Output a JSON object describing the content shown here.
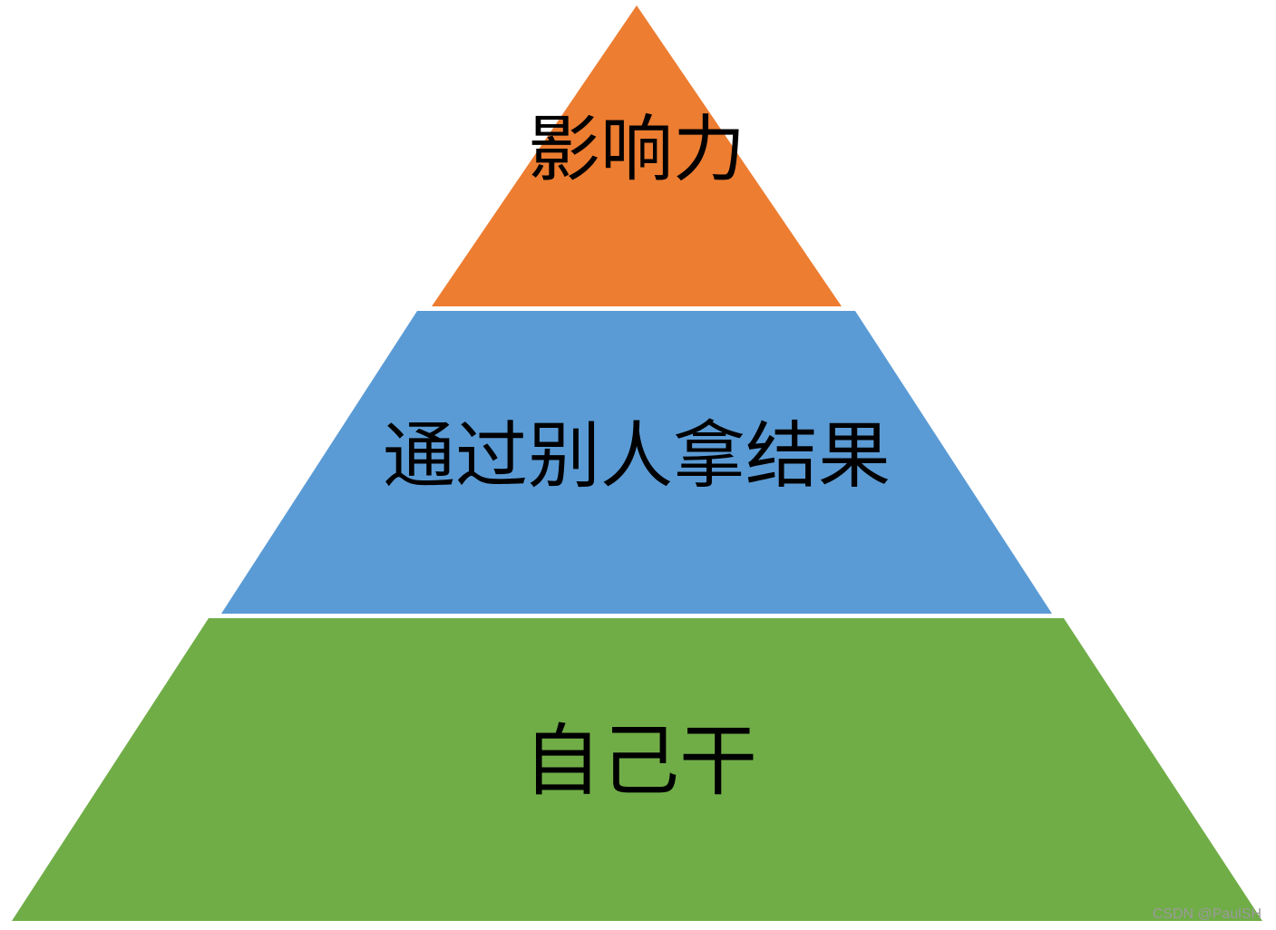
{
  "diagram": {
    "type": "pyramid",
    "tiers": [
      {
        "label": "影响力",
        "color": "#ED7D31"
      },
      {
        "label": "通过别人拿结果",
        "color": "#5B9BD5"
      },
      {
        "label": "自己干",
        "color": "#70AD47"
      }
    ]
  },
  "watermark": "CSDN @PaulSH"
}
